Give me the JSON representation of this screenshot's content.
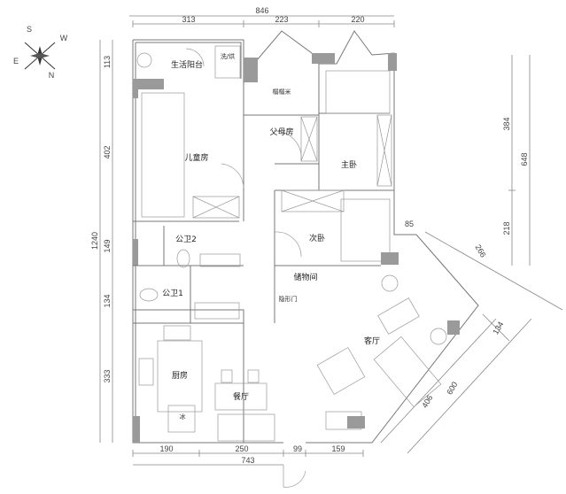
{
  "rooms": {
    "balcony": "生活阳台",
    "washer": "洗/烘",
    "tatami": "榻榻米",
    "parents_room": "父母房",
    "kids_room": "儿童房",
    "master_bedroom": "主卧",
    "second_bedroom": "次卧",
    "bath2": "公卫2",
    "bath1": "公卫1",
    "storage": "储物间",
    "hidden_door": "隐形门",
    "living_room": "客厅",
    "kitchen": "厨房",
    "dining_room": "餐厅",
    "fridge": "冰"
  },
  "dimensions": {
    "top_total": "846",
    "top": [
      "313",
      "223",
      "220"
    ],
    "left_total": "1240",
    "left": [
      "113",
      "402",
      "149",
      "134",
      "333"
    ],
    "right": [
      "384",
      "218"
    ],
    "right_total": "648",
    "right_small": "85",
    "diagonal": [
      "266",
      "134",
      "406",
      "600"
    ],
    "bottom": [
      "190",
      "250",
      "99",
      "159"
    ],
    "bottom_total": "743"
  },
  "compass": {
    "s": "S",
    "w": "W",
    "e": "E",
    "n": "N"
  }
}
